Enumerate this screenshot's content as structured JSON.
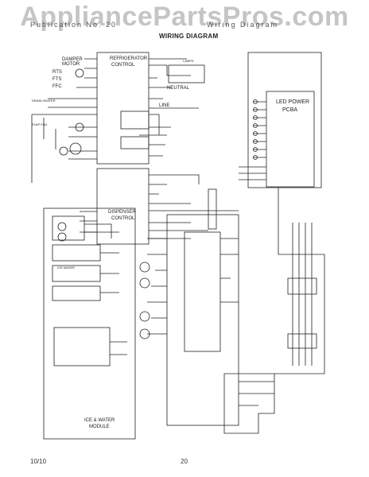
{
  "watermark": "AppliancePartsPros.com",
  "header": {
    "left": "Publication No. 20",
    "right": "Wiring Diagram",
    "title": "WIRING DIAGRAM"
  },
  "footer": {
    "date": "10/10",
    "page": "20"
  },
  "diagram": {
    "refrigerator_control": [
      "REFRIGERATOR",
      "CONTROL"
    ],
    "dispenser_control": [
      "DISPENSER",
      "CONTROL"
    ],
    "led_power": [
      "LED POWER",
      "PCBA"
    ],
    "ice_water_module": [
      "ICE & WATER",
      "MODULE"
    ],
    "line": "LINE",
    "neutral": "NEUTRAL",
    "damper_motor": [
      "DAMPER",
      "MOTOR"
    ],
    "rts": "RTS",
    "fts": "FTS",
    "ffc": "FFC",
    "drain_heater": "DRAIN HEATER",
    "evap_fan": "EVAP FAN",
    "lamps": "LAMPS",
    "ice_maker": "ICE MAKER"
  },
  "colors": {
    "line": "#222222",
    "watermark": "#999999",
    "background": "#ffffff"
  }
}
